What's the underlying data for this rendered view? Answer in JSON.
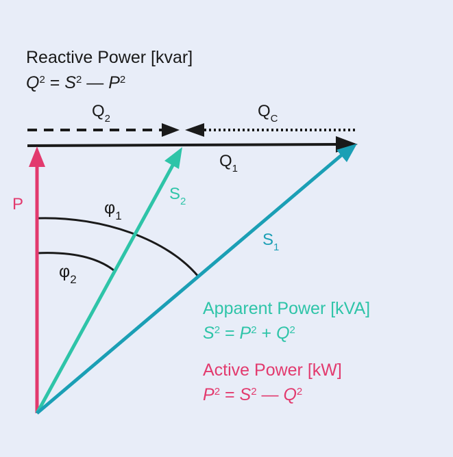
{
  "colors": {
    "background": "#e8edf8",
    "reactive": "#1a1a1a",
    "active": "#e23a6e",
    "apparent_s1": "#1b9fb5",
    "apparent_s2": "#2ec4a8"
  },
  "reactive": {
    "heading": "Reactive Power [kvar]",
    "formula": {
      "lhs": "Q",
      "eq": " = ",
      "t1": "S",
      "minus": " — ",
      "t2": "P",
      "exp": "2"
    }
  },
  "apparent": {
    "heading": "Apparent Power [kVA]",
    "formula": {
      "lhs": "S",
      "eq": " = ",
      "t1": "P",
      "plus": " + ",
      "t2": "Q",
      "exp": "2"
    }
  },
  "active": {
    "heading": "Active Power [kW]",
    "formula": {
      "lhs": "P",
      "eq": " = ",
      "t1": "S",
      "minus": " — ",
      "t2": "Q",
      "exp": "2"
    }
  },
  "labels": {
    "p": "P",
    "q1": {
      "base": "Q",
      "sub": "1"
    },
    "q2": {
      "base": "Q",
      "sub": "2"
    },
    "qc": {
      "base": "Q",
      "sub": "C"
    },
    "s1": {
      "base": "S",
      "sub": "1"
    },
    "s2": {
      "base": "S",
      "sub": "2"
    },
    "phi1": {
      "base": "φ",
      "sub": "1"
    },
    "phi2": {
      "base": "φ",
      "sub": "2"
    }
  }
}
